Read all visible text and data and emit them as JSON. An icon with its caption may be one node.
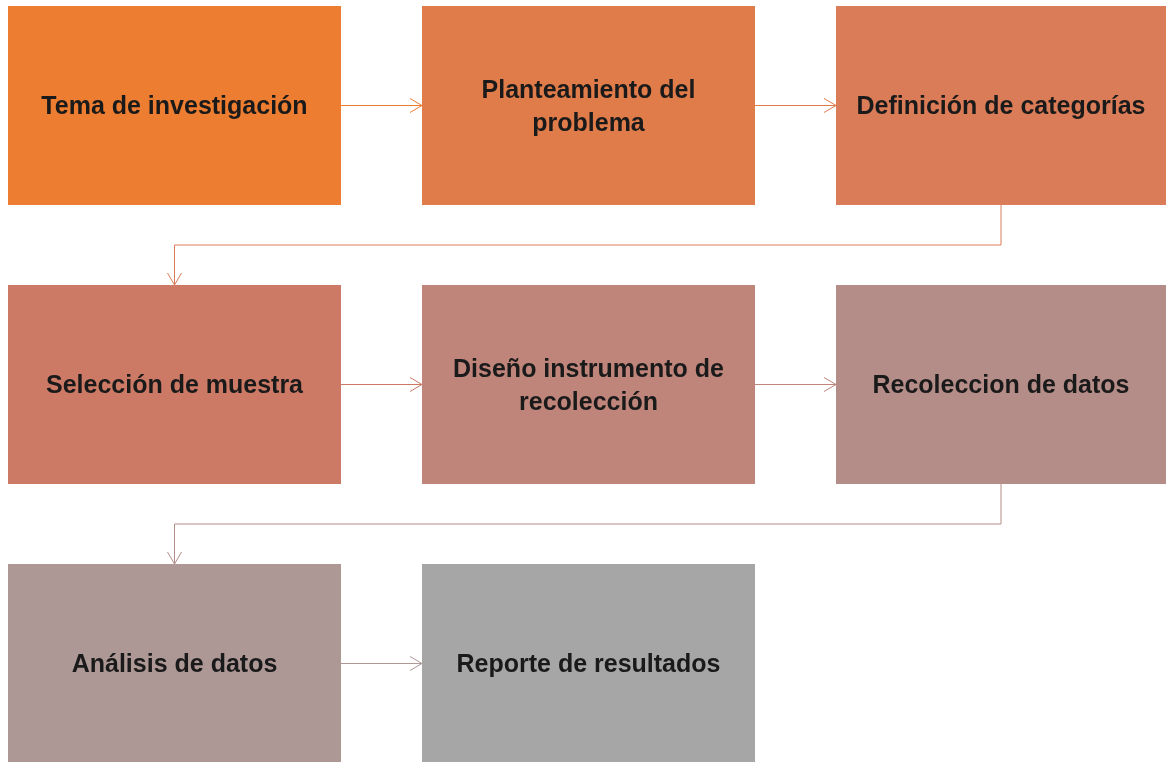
{
  "diagram": {
    "nodes": [
      {
        "text": [
          "Tema de investigación"
        ]
      },
      {
        "text": [
          "Planteamiento del problema"
        ]
      },
      {
        "text": [
          "Definición de categorías"
        ]
      },
      {
        "text": [
          "Selección de muestra"
        ]
      },
      {
        "text": [
          "Diseño instrumento de recolección"
        ]
      },
      {
        "text": [
          "Recoleccion de datos"
        ]
      },
      {
        "text": [
          "Análisis de datos"
        ]
      },
      {
        "text": [
          "Reporte de resultados"
        ]
      }
    ],
    "edges": [
      {
        "from": 0,
        "to": 1,
        "arrow": "to",
        "color": "#ed7d31"
      },
      {
        "from": 1,
        "to": 2,
        "arrow": "to",
        "color": "#e07b4a"
      },
      {
        "from": 2,
        "to": 3,
        "arrow": "to",
        "color": "#d97c57"
      },
      {
        "from": 3,
        "to": 4,
        "arrow": "to",
        "color": "#cc7a65"
      },
      {
        "from": 4,
        "to": 5,
        "arrow": "to",
        "color": "#bf857a"
      },
      {
        "from": 5,
        "to": 6,
        "arrow": "to",
        "color": "#b58d88"
      },
      {
        "from": 6,
        "to": 7,
        "arrow": "to",
        "color": "#ad9896"
      }
    ]
  }
}
